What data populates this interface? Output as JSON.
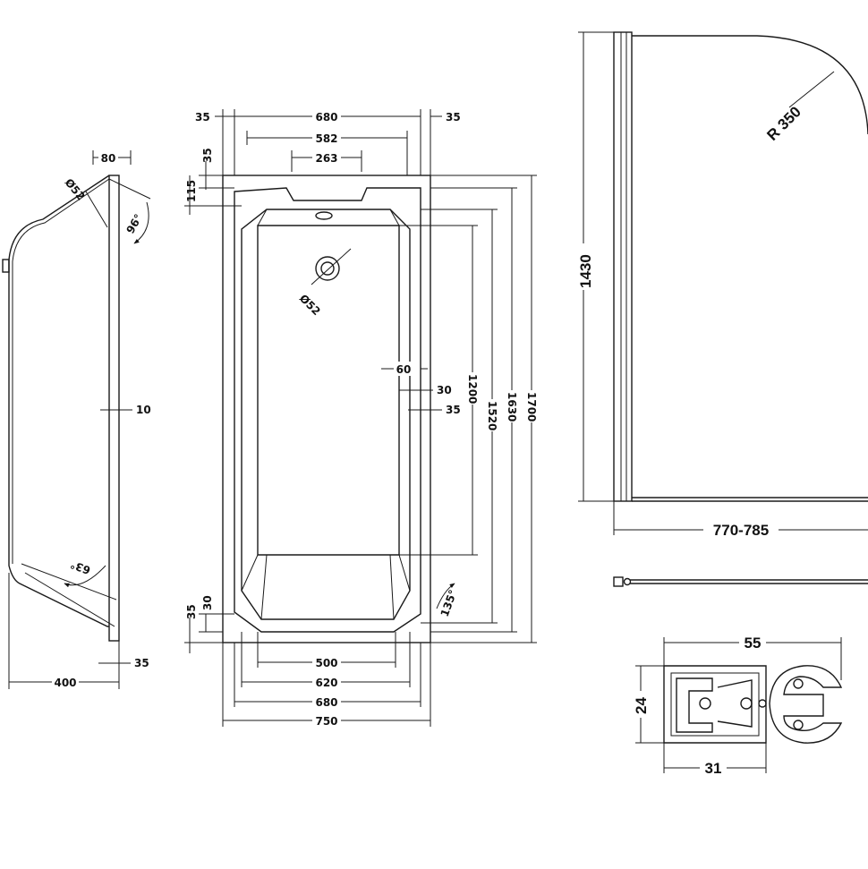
{
  "side_view": {
    "top_width": "80",
    "waste_diameter": "Ø52",
    "top_angle": "96°",
    "wall_thickness": "10",
    "bottom_angle": "63°",
    "base_offset": "35",
    "depth": "400"
  },
  "plan_view": {
    "outer_width": "750",
    "width_680": "680",
    "width_620": "620",
    "floor_width": "500",
    "top_rim_width": "680",
    "inner_top_width": "582",
    "headrest_gap": "263",
    "rim_left": "35",
    "rim_right": "35",
    "top_offset_35": "35",
    "top_offset_115": "115",
    "bottom_offset_30": "30",
    "bottom_offset_35": "35",
    "waste_label": "Ø52",
    "side_60": "60",
    "side_30": "30",
    "side_35": "35",
    "floor_length": "1200",
    "inner_length": "1520",
    "rim_length": "1630",
    "overall_length": "1700",
    "corner_angle": "135°"
  },
  "screen_view": {
    "height": "1430",
    "radius": "R 350",
    "width_range": "770-785"
  },
  "profile_view": {
    "width": "55",
    "height": "24",
    "base_width": "31"
  }
}
